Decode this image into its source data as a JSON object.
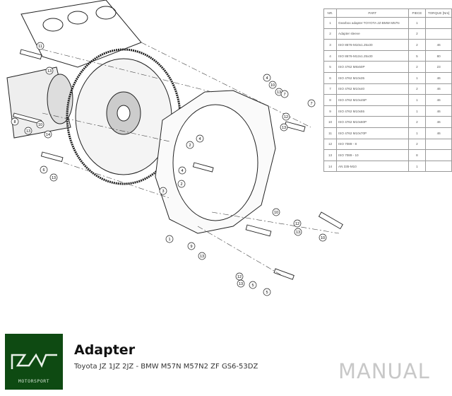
{
  "table": {
    "headers": [
      "NR.",
      "PART",
      "PIECE",
      "TORQUE [Nm]"
    ],
    "rows": [
      [
        "1",
        "Gearbox adapter TOYOTA JZ-BMW M57N",
        "1",
        ""
      ],
      [
        "2",
        "Adapter sleeve",
        "2",
        ""
      ],
      [
        "3",
        "ISO 8676-M10x1.25x30",
        "2",
        "46"
      ],
      [
        "4",
        "ISO 8676-M12x1.25x30",
        "5",
        "80"
      ],
      [
        "5",
        "ISO 4762 M8x50P",
        "2",
        "23"
      ],
      [
        "6",
        "ISO 4762 M10x35",
        "1",
        "46"
      ],
      [
        "7",
        "ISO 4762 M10x40",
        "2",
        "46"
      ],
      [
        "8",
        "ISO 4762 M10x45P",
        "1",
        "46"
      ],
      [
        "9",
        "ISO 4762 M10x55",
        "1",
        "46"
      ],
      [
        "10",
        "ISO 4762 M10x60P",
        "2",
        "46"
      ],
      [
        "11",
        "ISO 4762 M10x70P",
        "1",
        "46"
      ],
      [
        "12",
        "ISO 7089 - 8",
        "2",
        ""
      ],
      [
        "13",
        "ISO 7089 - 10",
        "8",
        ""
      ],
      [
        "14",
        "AN 335-M10",
        "1",
        ""
      ]
    ]
  },
  "callouts": [
    "11",
    "13",
    "8",
    "13",
    "10",
    "14",
    "6",
    "13",
    "4",
    "10",
    "13",
    "7",
    "7",
    "12",
    "13",
    "4",
    "2",
    "4",
    "2",
    "3",
    "1",
    "9",
    "13",
    "10",
    "12",
    "13",
    "10",
    "12",
    "13",
    "5",
    "5"
  ],
  "footer": {
    "logo_text": "MOTORSPORT",
    "title": "Adapter",
    "subtitle": "Toyota JZ 1JZ 2JZ - BMW M57N M57N2  ZF GS6-53DZ",
    "manual": "MANUAL"
  },
  "colors": {
    "brand": "#0e4a12",
    "line": "#222222"
  }
}
